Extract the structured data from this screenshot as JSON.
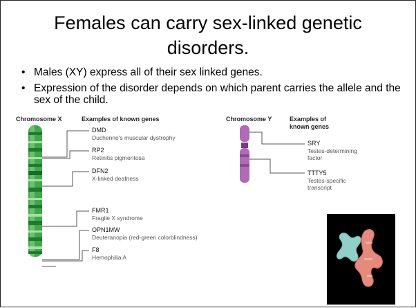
{
  "title_line1": "Females can carry sex-linked genetic",
  "title_line2": "disorders.",
  "bullets": [
    "Males (XY) express all of their sex linked genes.",
    "Expression of the disorder depends on which parent carries the allele and the sex of the child."
  ],
  "chrX": {
    "label": "Chromosome X",
    "header": "Examples of known genes",
    "genes": [
      {
        "name": "DMD",
        "desc": "Duchenne's muscular dystrophy"
      },
      {
        "name": "RP2",
        "desc": "Retinitis pigmentosa"
      },
      {
        "name": "DFN2",
        "desc": "X-linked deafness"
      },
      {
        "name": "FMR1",
        "desc": "Fragile X syndrome"
      },
      {
        "name": "OPN1MW",
        "desc": "Deuteranopia (red-green colorblindness)"
      },
      {
        "name": "F8",
        "desc": "Hemophilia A"
      }
    ]
  },
  "chrY": {
    "label": "Chromosome Y",
    "header_line1": "Examples of",
    "header_line2": "known genes",
    "genes": [
      {
        "name": "SRY",
        "desc_line1": "Testes-determining",
        "desc_line2": "factor"
      },
      {
        "name": "TTTY5",
        "desc_line1": "Testes-specific",
        "desc_line2": "transcript"
      }
    ]
  },
  "colors": {
    "x_chromosome": "#3fa84a",
    "y_chromosome": "#b06ab8",
    "photo_bg": "#000000"
  }
}
